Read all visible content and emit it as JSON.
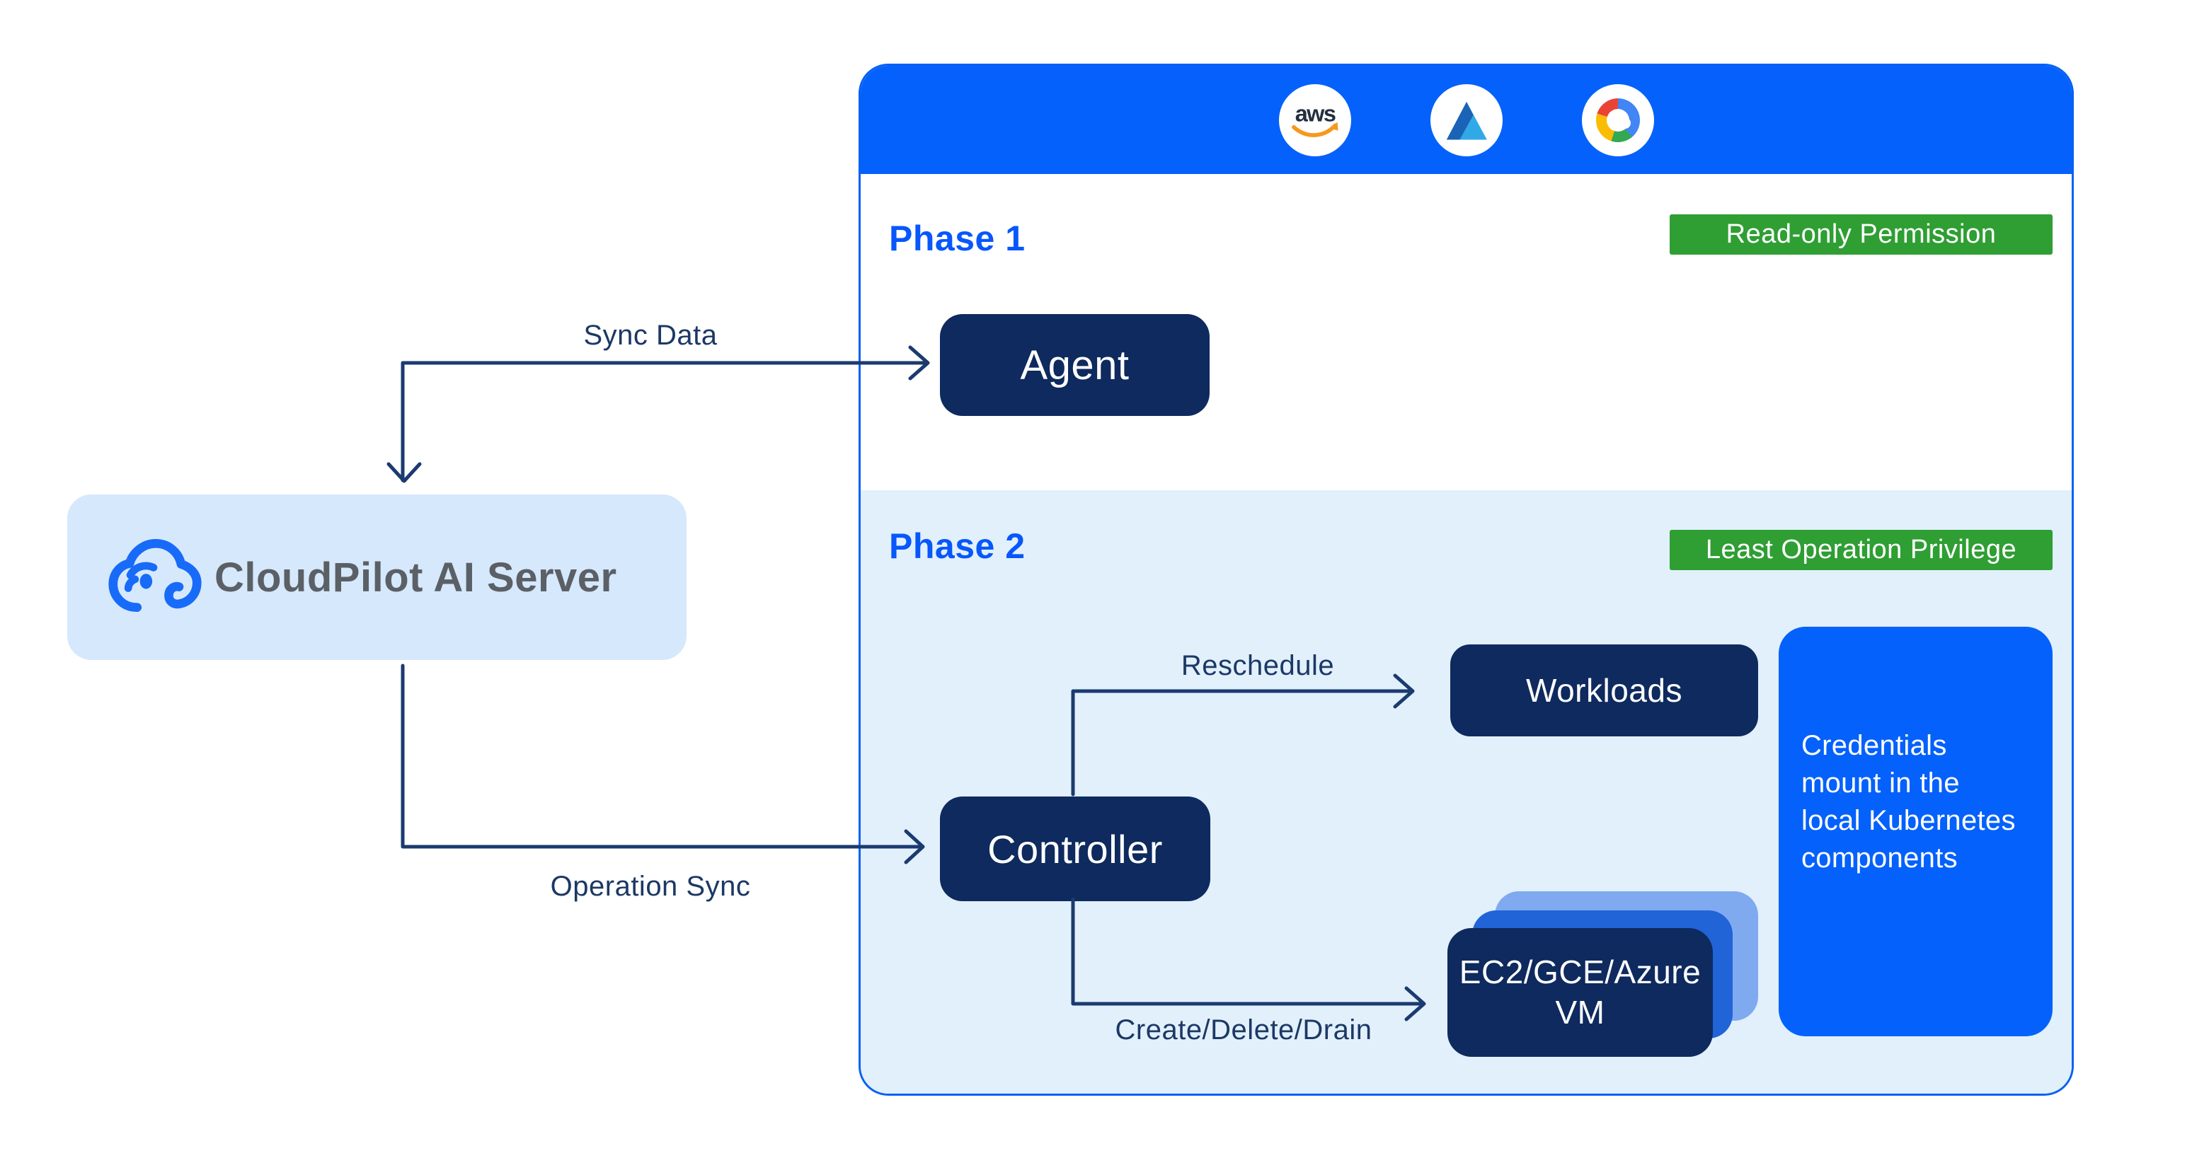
{
  "colors": {
    "bright_blue": "#0561FB",
    "navy_box": "#0E2A5E",
    "arrow_navy": "#1C3865",
    "phase2_background": "#E1F0FB",
    "server_background": "#D6E8FC",
    "badge_green": "#2F9E33",
    "vm_mid_card_blue": "#2164D8",
    "vm_back_card_blue": "#80AAF0",
    "server_text_gray": "#5B6066"
  },
  "server": {
    "label": "CloudPilot AI Server"
  },
  "arrows": {
    "sync_data": "Sync Data",
    "operation_sync": "Operation Sync",
    "reschedule": "Reschedule",
    "create_delete_drain": "Create/Delete/Drain"
  },
  "providers": [
    {
      "name": "AWS",
      "aws_text": "aws"
    },
    {
      "name": "Microsoft Azure"
    },
    {
      "name": "Google Cloud"
    }
  ],
  "phase1": {
    "label": "Phase 1",
    "badge": "Read-only Permission",
    "agent_label": "Agent"
  },
  "phase2": {
    "label": "Phase 2",
    "badge": "Least Operation Privilege",
    "controller_label": "Controller",
    "workloads_label": "Workloads",
    "vm_label_lines": [
      "EC2/GCE/Azure",
      "VM"
    ],
    "credentials_lines": [
      "Credentials",
      "mount in the",
      "local Kubernetes",
      "components"
    ]
  }
}
